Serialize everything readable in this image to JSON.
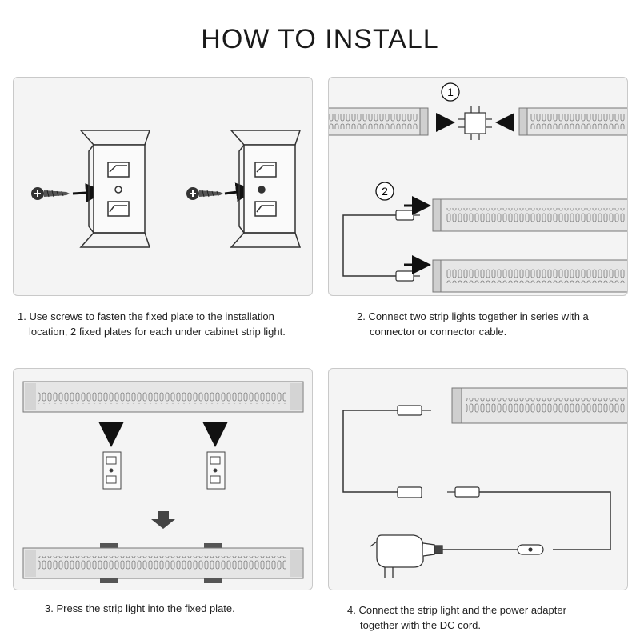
{
  "title": "HOW TO INSTALL",
  "steps": [
    {
      "number": "1.",
      "line1": "Use screws to fasten the fixed plate to the installation",
      "line2": "location, 2 fixed plates for each under cabinet strip light."
    },
    {
      "number": "2.",
      "line1": "Connect two strip lights together in series with a",
      "line2": "connector or connector cable."
    },
    {
      "number": "3.",
      "line1": "Press the strip light into the fixed plate.",
      "line2": ""
    },
    {
      "number": "4.",
      "line1": "Connect the strip light and the power adapter",
      "line2": "together with the DC cord."
    }
  ],
  "markers": {
    "one": "1",
    "two": "2"
  },
  "colors": {
    "panel_bg": "#f4f4f4",
    "panel_border": "#c9c9c9",
    "strip_fill": "#e6e6e6",
    "strip_stroke": "#777777",
    "arrow": "#111111"
  },
  "icons": [
    "screw-icon",
    "mounting-plate-icon",
    "arrow-icon",
    "connector-icon",
    "dc-plug-icon",
    "power-adapter-icon",
    "inline-switch-icon",
    "strip-light-icon"
  ]
}
